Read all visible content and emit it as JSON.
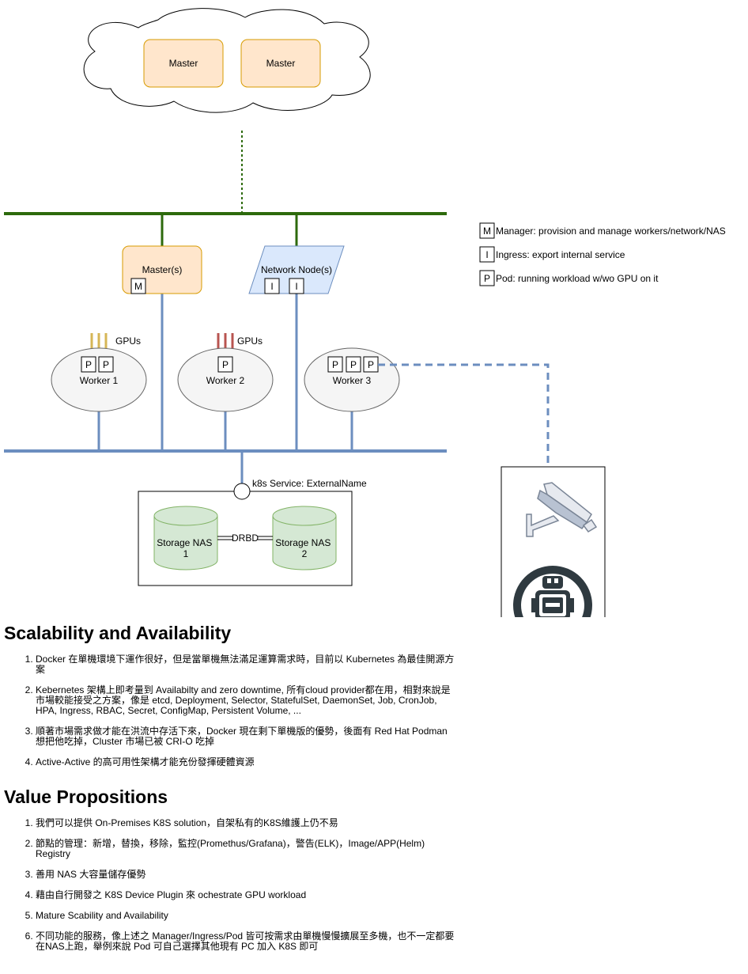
{
  "diagram": {
    "cloud_masters": [
      "Master",
      "Master"
    ],
    "masters_label": "Master(s)",
    "network_node_label": "Network Node(s)",
    "manager_tag": "M",
    "ingress_tag": "I",
    "pod_tag": "P",
    "gpus_label": "GPUs",
    "workers": [
      "Worker 1",
      "Worker 2",
      "Worker 3"
    ],
    "service_label": "k8s Service: ExternalName",
    "storage": [
      "Storage NAS 1",
      "Storage NAS 2"
    ],
    "drbd_label": "DRBD",
    "legend": [
      {
        "key": "M",
        "text": "Manager: provision and manage workers/network/NAS"
      },
      {
        "key": "I",
        "text": "Ingress: export internal service"
      },
      {
        "key": "P",
        "text": "Pod: running workload w/wo GPU on it"
      }
    ],
    "icons": [
      "camera-icon",
      "robot-icon"
    ],
    "colors": {
      "green_bus": "#2d6a0c",
      "blue_bus": "#6c8ebf",
      "master_fill": "#ffe6cc",
      "master_stroke": "#d79b00",
      "network_fill": "#dae8fc",
      "worker_fill": "#f5f5f5",
      "storage_fill": "#d5e8d4",
      "storage_stroke": "#82b366",
      "gpu_yellow": "#d6b656",
      "gpu_red": "#b85450",
      "icon_dark": "#2f3a40"
    }
  },
  "scalability": {
    "title": "Scalability and Availability",
    "items": [
      "Docker 在單機環境下運作很好，但是當單機無法滿足運算需求時，目前以 Kubernetes 為最佳開源方案",
      "Kebernetes 架構上即考量到 Availabilty and zero downtime, 所有cloud provider都在用，相對來說是市場較能接受之方案，像是 etcd, Deployment, Selector, StatefulSet, DaemonSet, Job, CronJob, HPA, Ingress, RBAC, Secret, ConfigMap, Persistent Volume, ...",
      "順著市場需求做才能在洪流中存活下來，Docker 現在剩下單機版的優勢，後面有 Red Hat Podman 想把他吃掉，Cluster 市場已被 CRI-O 吃掉",
      "Active-Active 的高可用性架構才能充份發揮硬體資源"
    ]
  },
  "value": {
    "title": "Value Propositions",
    "items": [
      "我們可以提供 On-Premises K8S solution，自架私有的K8S維護上仍不易",
      "節點的管理：新增，替換，移除，監控(Promethus/Grafana)，警告(ELK)，Image/APP(Helm) Registry",
      "善用 NAS 大容量儲存優勢",
      "藉由自行開發之 K8S Device Plugin 來 ochestrate GPU workload",
      "Mature Scability and Availability",
      "不同功能的服務，像上述之 Manager/Ingress/Pod 皆可按需求由單機慢慢擴展至多機，也不一定都要在NAS上跑，舉例來說 Pod 可自己選擇其他現有 PC 加入 K8S 即可"
    ]
  }
}
